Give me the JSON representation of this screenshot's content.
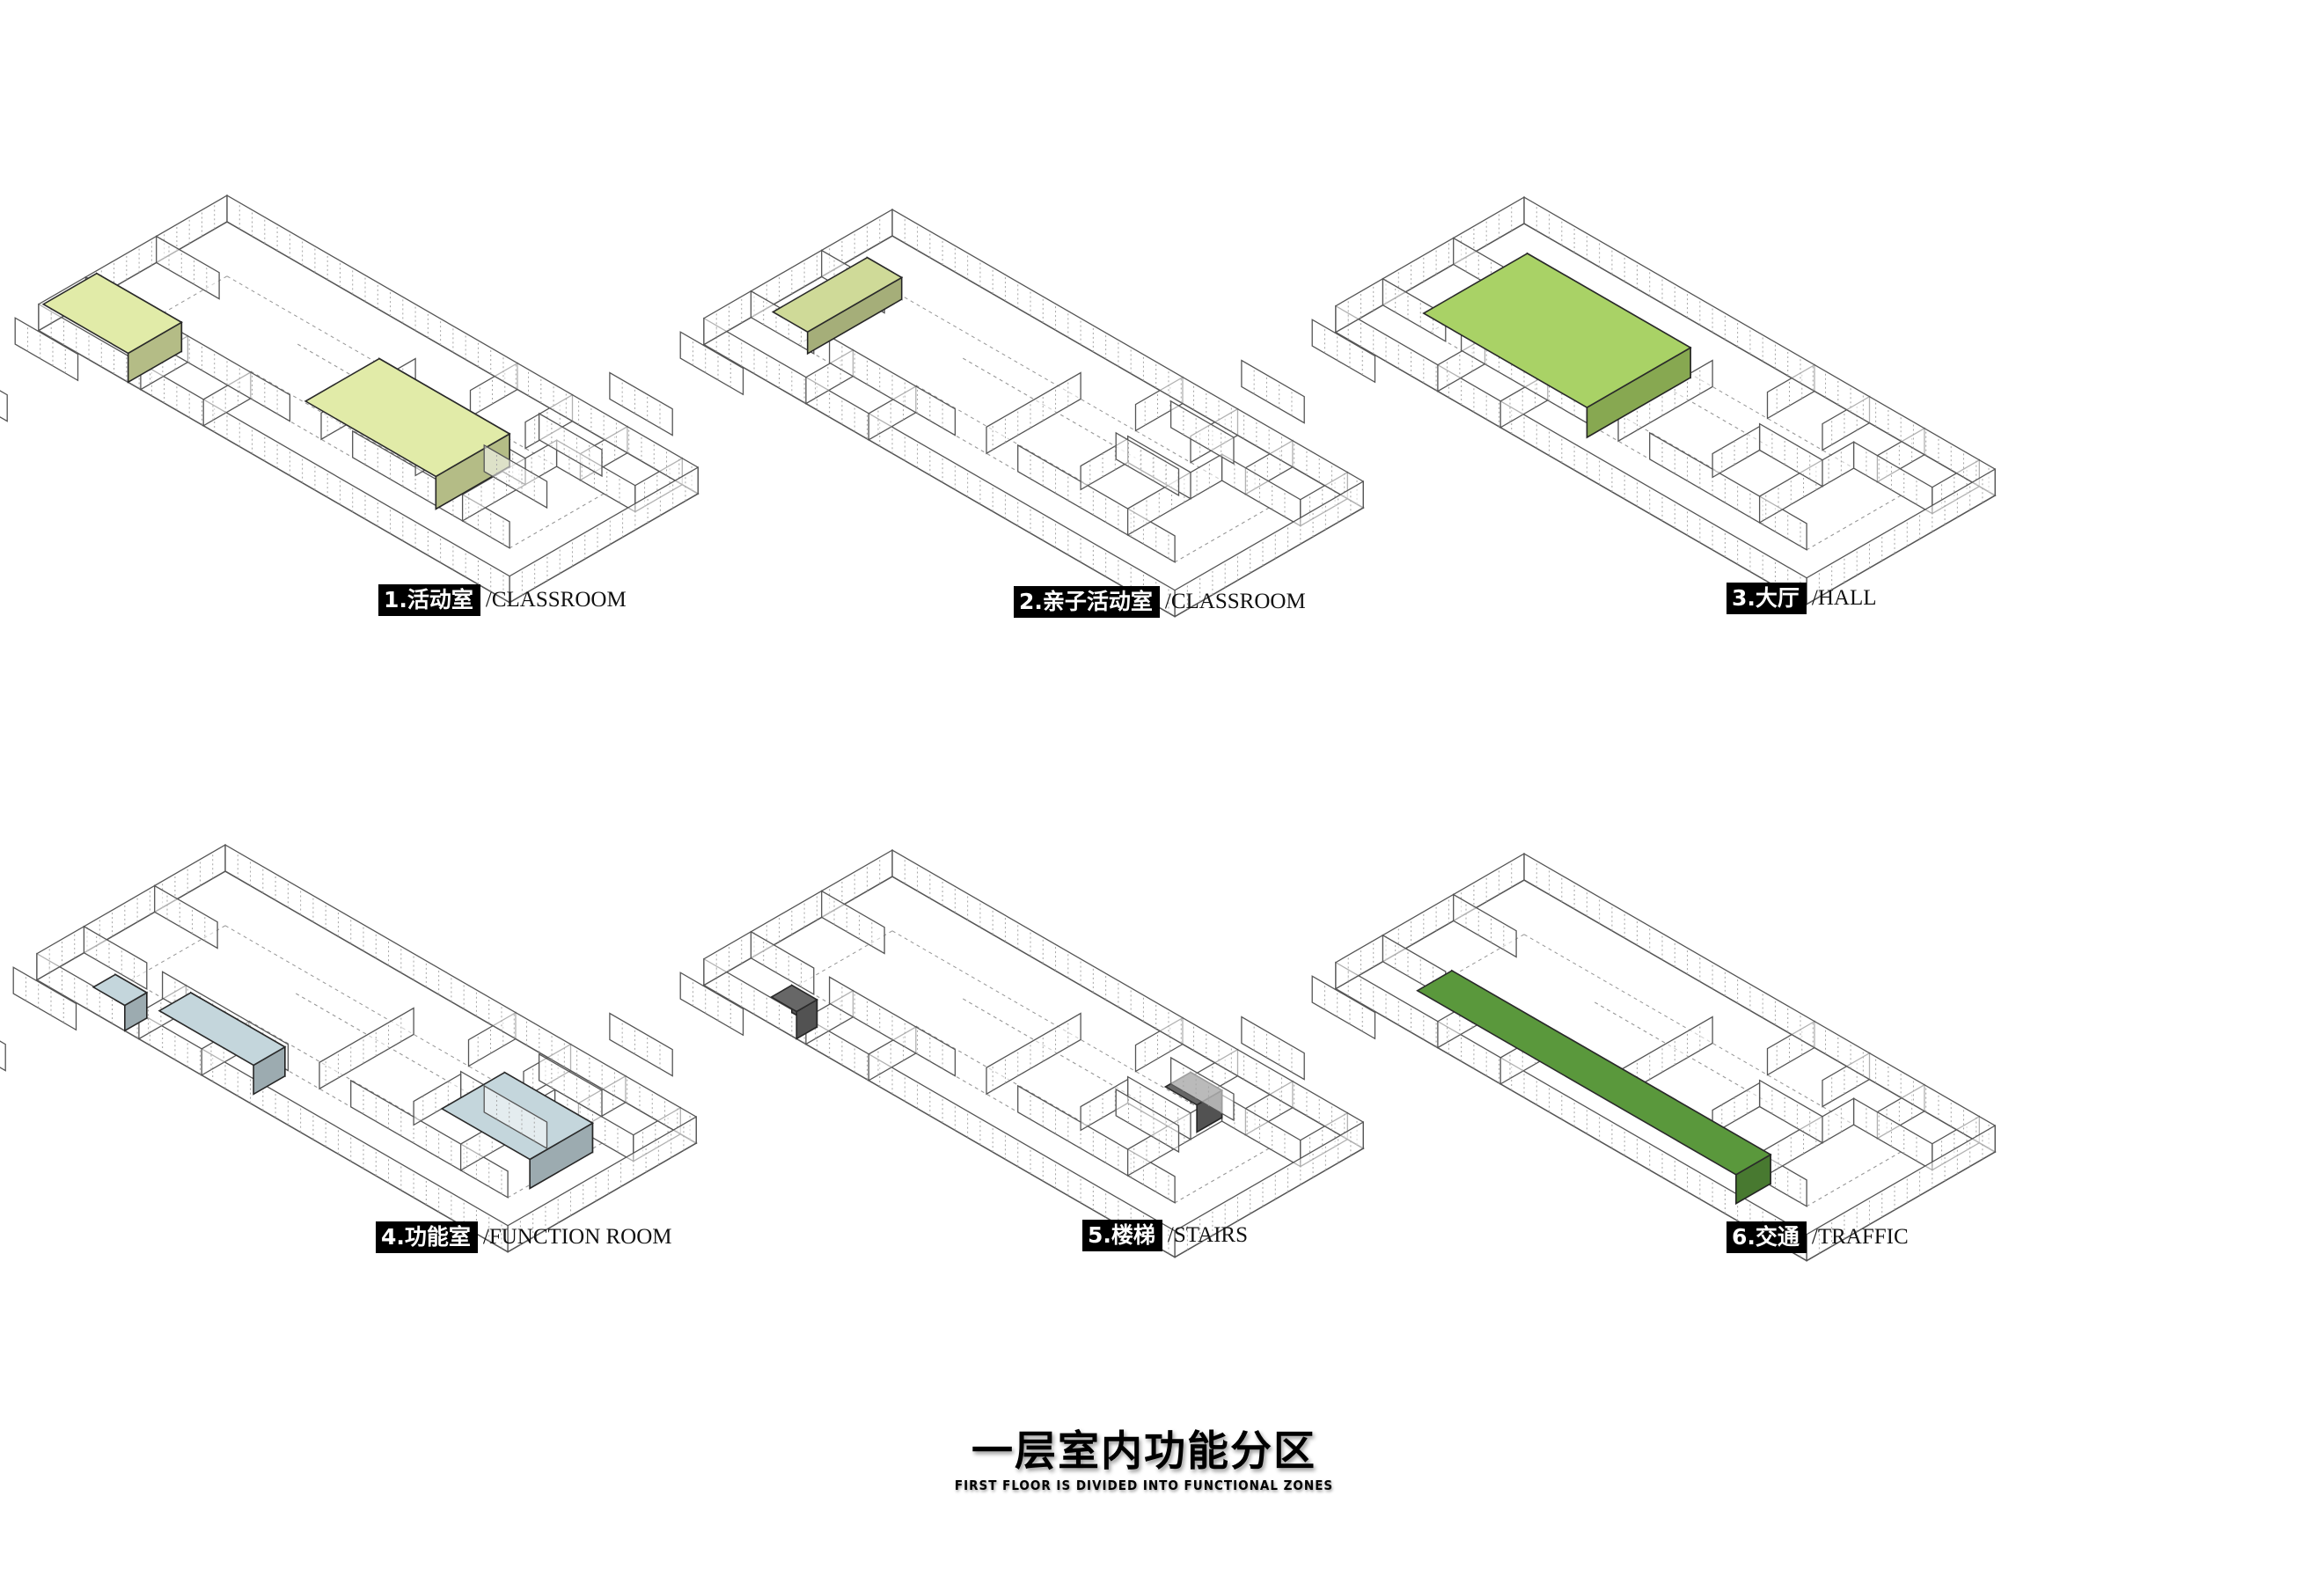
{
  "title": {
    "main": "一层室内功能分区",
    "sub": "FIRST FLOOR IS DIVIDED INTO FUNCTIONAL ZONES"
  },
  "panels": [
    {
      "id": 1,
      "tag": "1.活动室",
      "en": "/CLASSROOM",
      "zone": "classroom",
      "color": "#e1eba8"
    },
    {
      "id": 2,
      "tag": "2.亲子活动室",
      "en": "/CLASSROOM",
      "zone": "parent-child-room",
      "color": "#cfda98"
    },
    {
      "id": 3,
      "tag": "3.大厅",
      "en": "/HALL",
      "zone": "hall",
      "color": "#a9d266"
    },
    {
      "id": 4,
      "tag": "4.功能室",
      "en": "/FUNCTION ROOM",
      "zone": "function-room",
      "color": "#c4d6dc"
    },
    {
      "id": 5,
      "tag": "5.楼梯",
      "en": "/STAIRS",
      "zone": "stairs",
      "color": "#676767"
    },
    {
      "id": 6,
      "tag": "6.交通",
      "en": "/TRAFFIC",
      "zone": "traffic",
      "color": "#5a983c"
    }
  ]
}
